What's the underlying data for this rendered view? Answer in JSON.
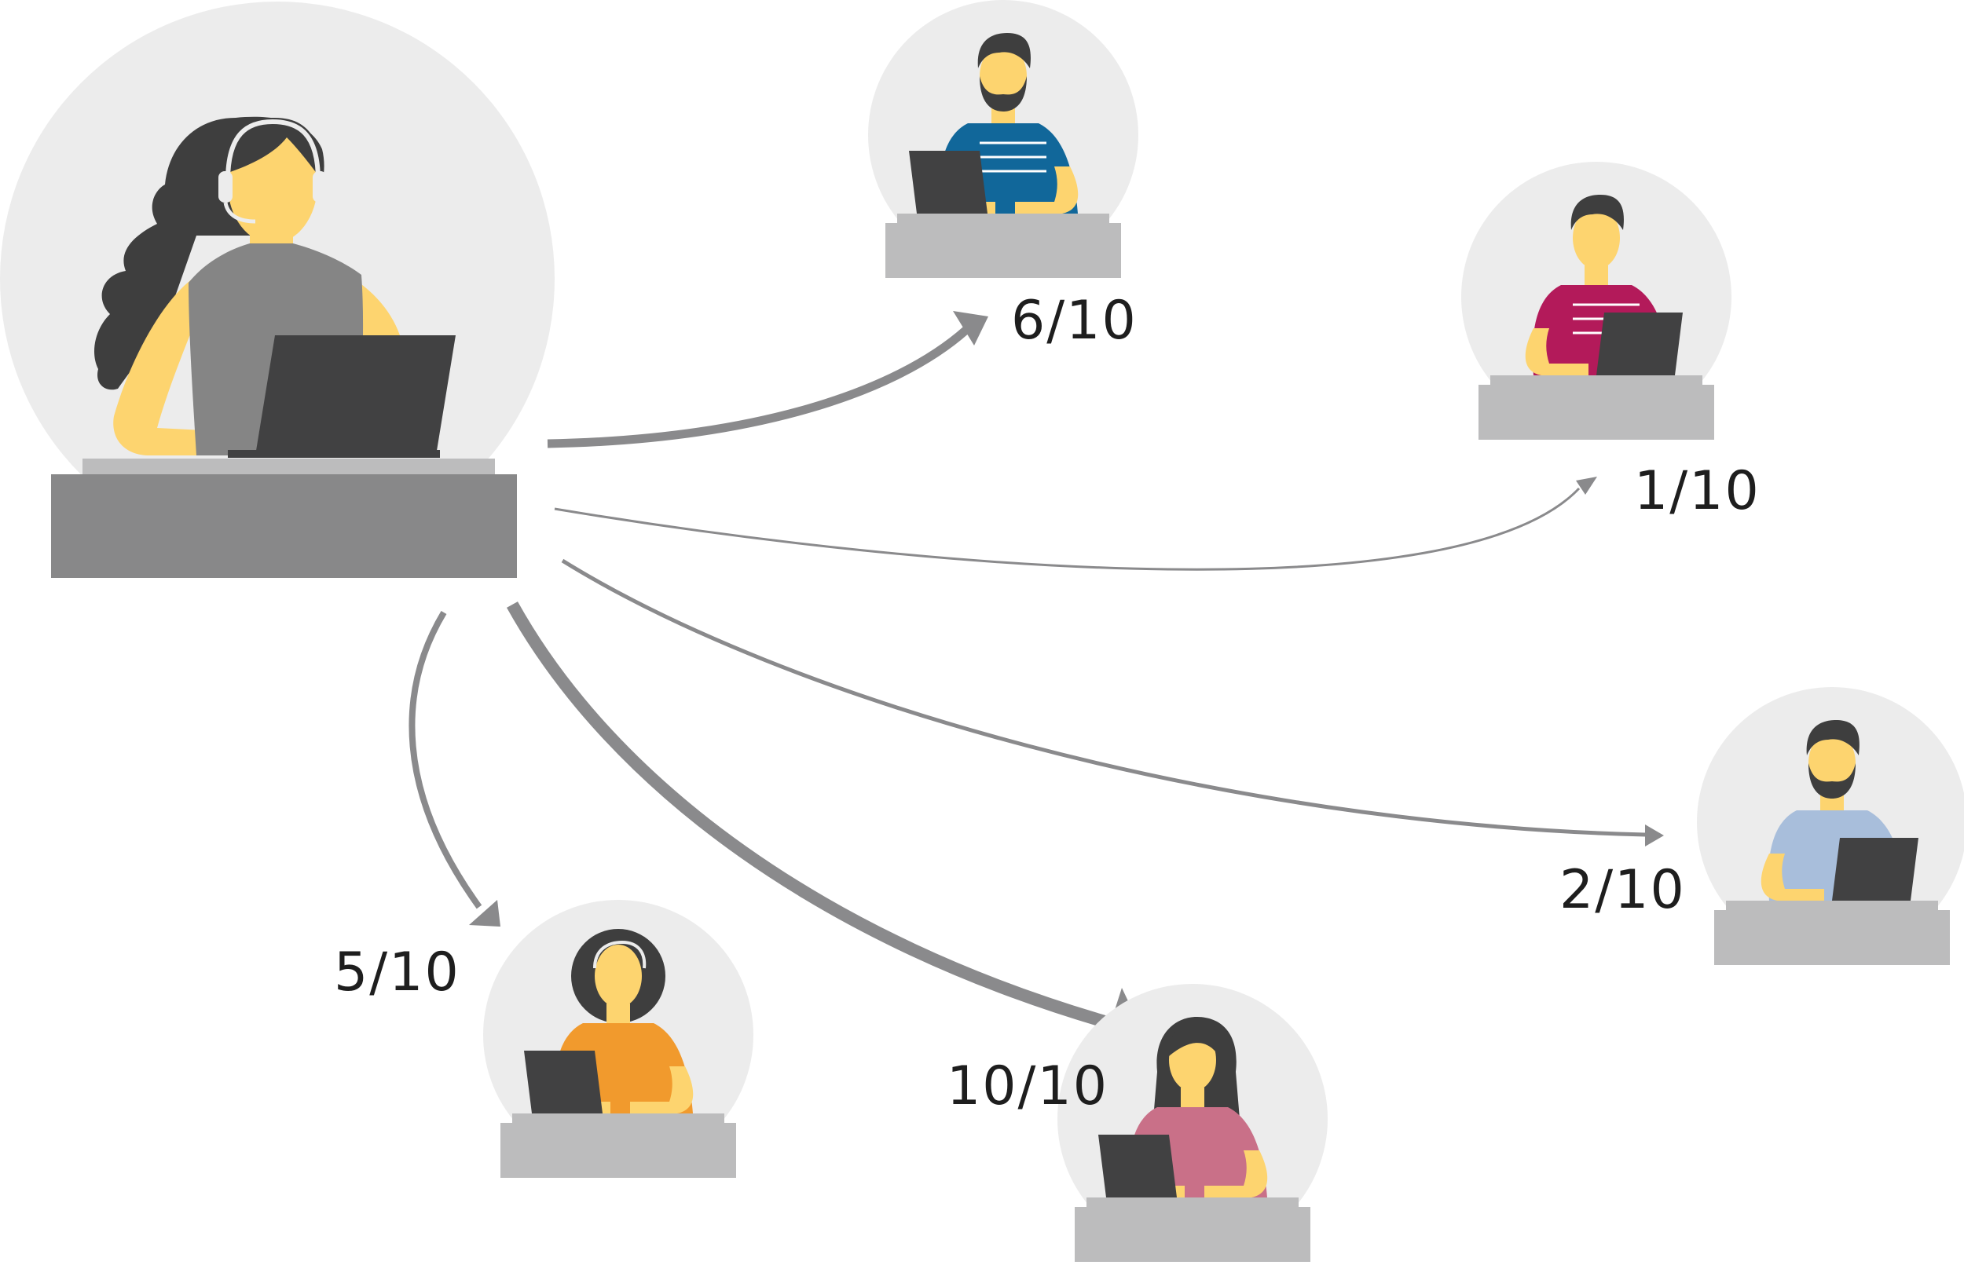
{
  "colors": {
    "background": "#ffffff",
    "bubble": "#ececec",
    "desk": "#bcbcbd",
    "main_desk": "#888889",
    "arrow": "#8a8a8c",
    "skin": "#fdd46f",
    "hair": "#3e3e3e",
    "laptop": "#414142",
    "label": "#1e1e1e"
  },
  "icons": {
    "central": "agent-with-headset-icon",
    "recipient": "person-at-laptop-icon"
  },
  "recipients": [
    {
      "id": "recipient-1",
      "label": "6/10",
      "score": 6,
      "out_of": 10,
      "shirt": "#11679a",
      "gender": "male",
      "beard": true
    },
    {
      "id": "recipient-2",
      "label": "1/10",
      "score": 1,
      "out_of": 10,
      "shirt": "#b31a5a",
      "gender": "male",
      "beard": false
    },
    {
      "id": "recipient-3",
      "label": "2/10",
      "score": 2,
      "out_of": 10,
      "shirt": "#a8bedb",
      "gender": "male",
      "beard": true
    },
    {
      "id": "recipient-4",
      "label": "10/10",
      "score": 10,
      "out_of": 10,
      "shirt": "#c97088",
      "gender": "female",
      "beard": false
    },
    {
      "id": "recipient-5",
      "label": "5/10",
      "score": 5,
      "out_of": 10,
      "shirt": "#f19a2d",
      "gender": "female-headset",
      "beard": false
    }
  ]
}
